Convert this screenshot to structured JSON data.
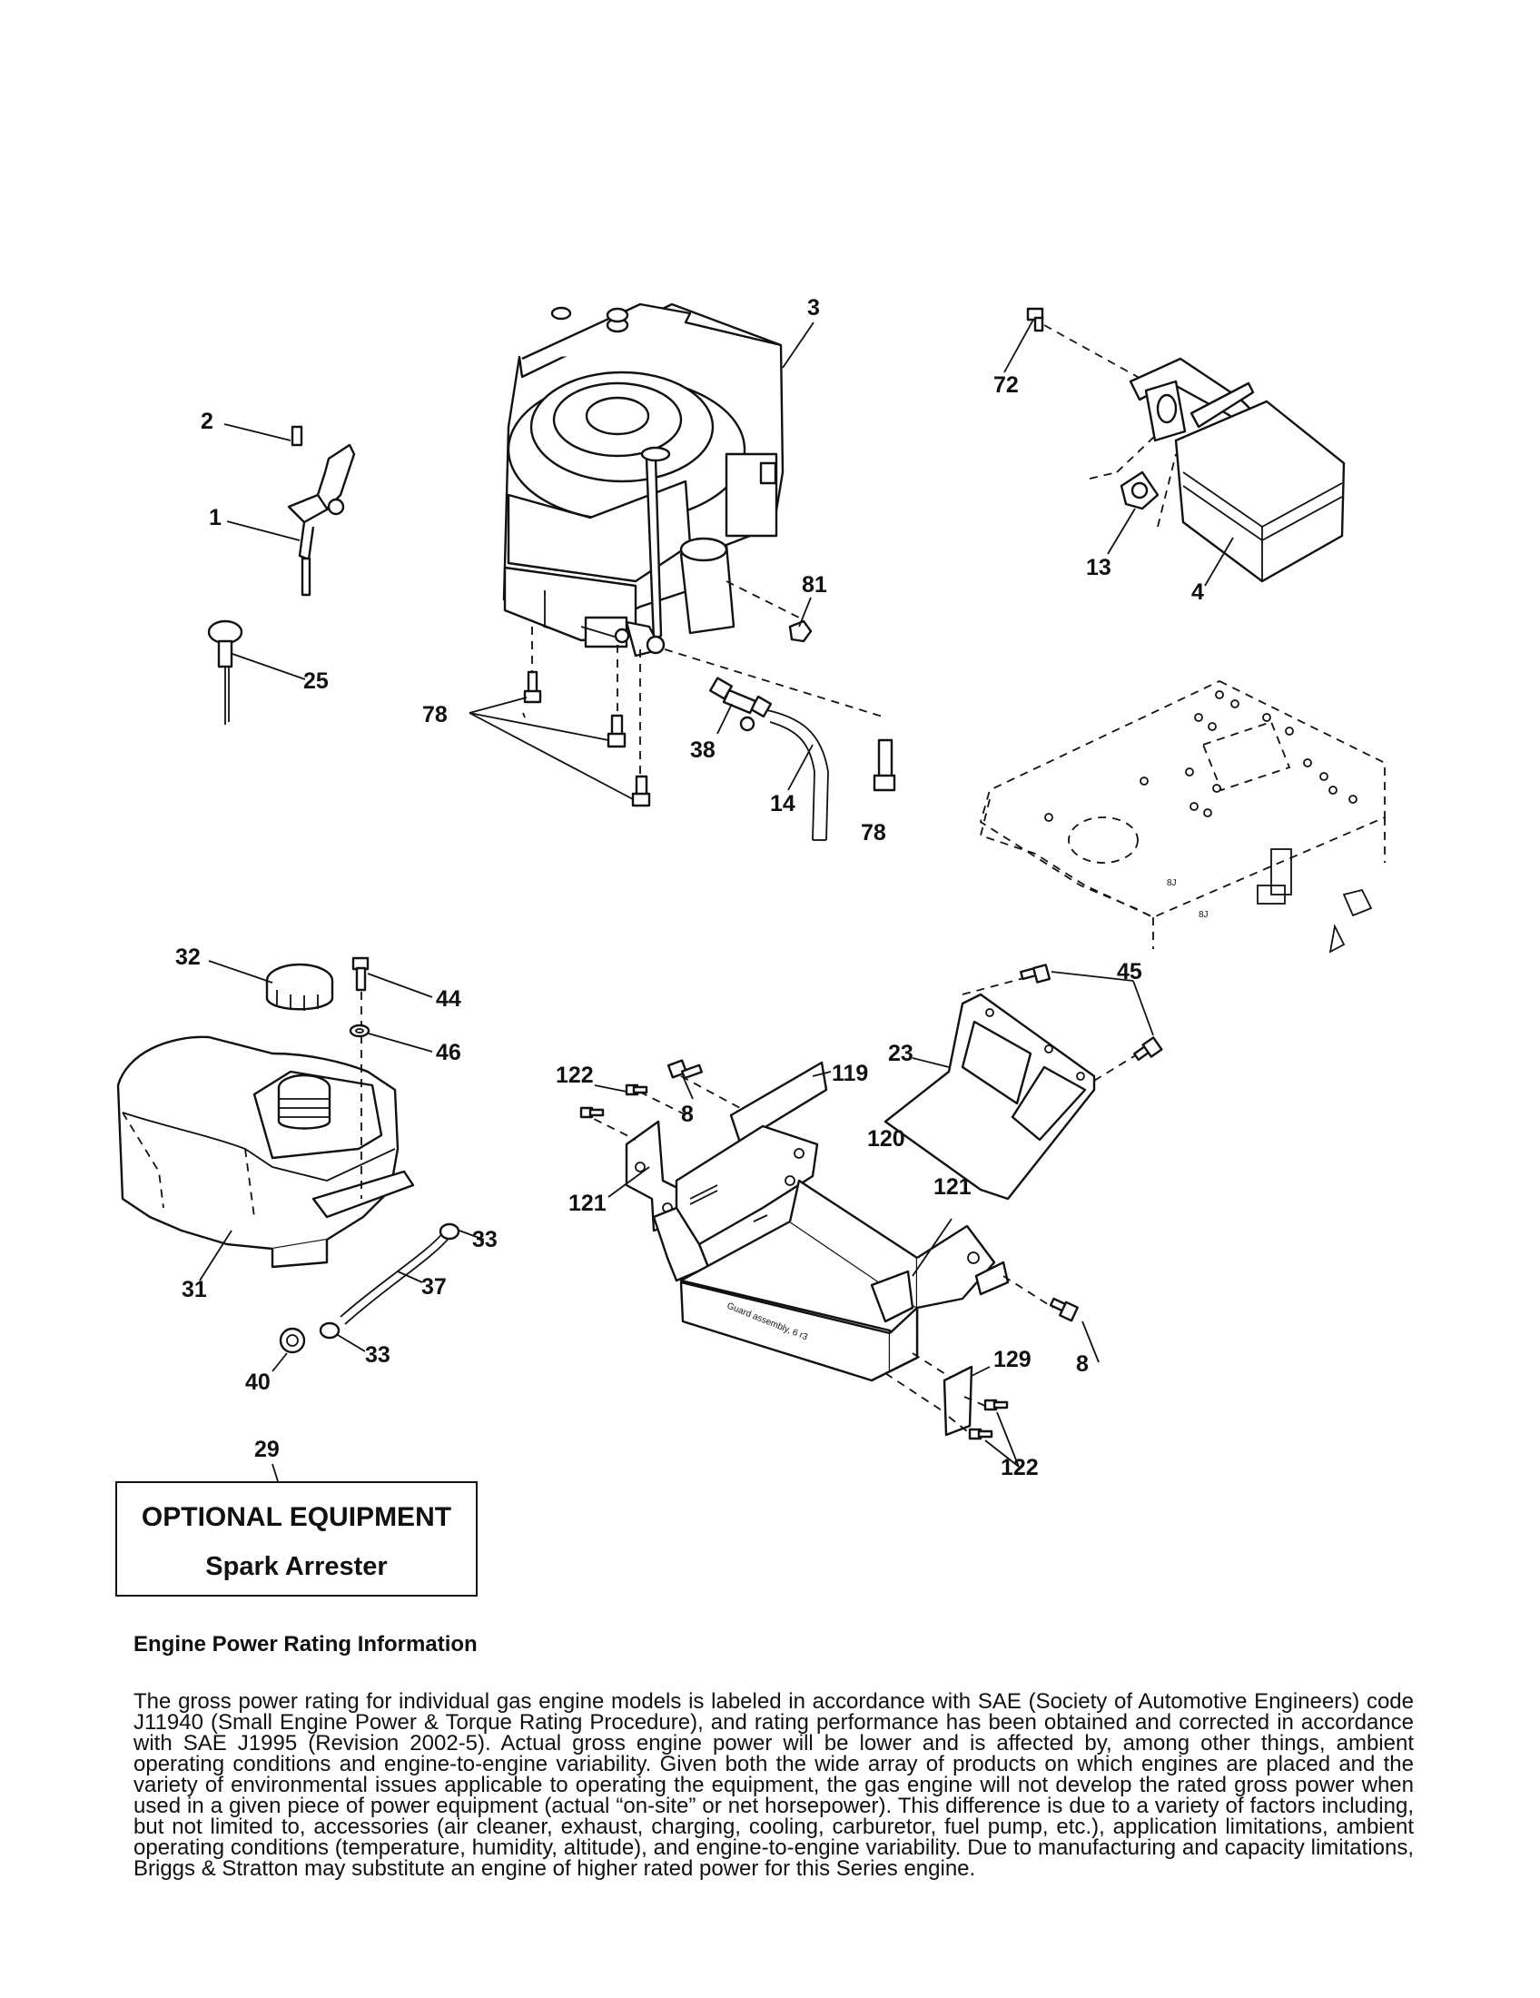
{
  "callouts": {
    "c1": "1",
    "c2": "2",
    "c3": "3",
    "c4": "4",
    "c8a": "8",
    "c8b": "8",
    "c13": "13",
    "c14": "14",
    "c23": "23",
    "c25": "25",
    "c29": "29",
    "c31": "31",
    "c32": "32",
    "c33a": "33",
    "c33b": "33",
    "c37": "37",
    "c38": "38",
    "c40": "40",
    "c44": "44",
    "c45": "45",
    "c46": "46",
    "c72": "72",
    "c78a": "78",
    "c78b": "78",
    "c81": "81",
    "c119": "119",
    "c120": "120",
    "c121a": "121",
    "c121b": "121",
    "c122a": "122",
    "c122b": "122",
    "c129": "129"
  },
  "guard_embossed_text": "Guard assembly, 6 r3",
  "optional_equipment": {
    "title": "OPTIONAL EQUIPMENT",
    "item": "Spark Arrester"
  },
  "info": {
    "heading": "Engine Power Rating Information",
    "body": "The gross power rating for individual gas engine models is labeled in accordance with SAE (Society of Automotive Engineers) code J11940 (Small Engine Power & Torque Rating Procedure), and rating performance has been obtained and corrected in accordance with SAE J1995 (Revision 2002-5). Actual gross engine power will be lower and is affected by, among other things, ambient operating conditions and engine-to-engine variability. Given both the wide array of products on which engines are placed and the variety of environmental issues applicable to operating the equipment, the gas engine will not develop the rated gross power when used in a given piece of power equipment (actual “on-site” or net horsepower). This difference is due to a variety of factors including, but not limited to, accessories (air cleaner, exhaust, charging, cooling, carburetor, fuel pump, etc.), application limitations, ambient operating conditions (temperature, humidity, altitude), and engine-to-engine variability. Due to manufacturing and capacity limitations, Briggs & Stratton may substitute an engine of higher rated power for this Series engine."
  }
}
